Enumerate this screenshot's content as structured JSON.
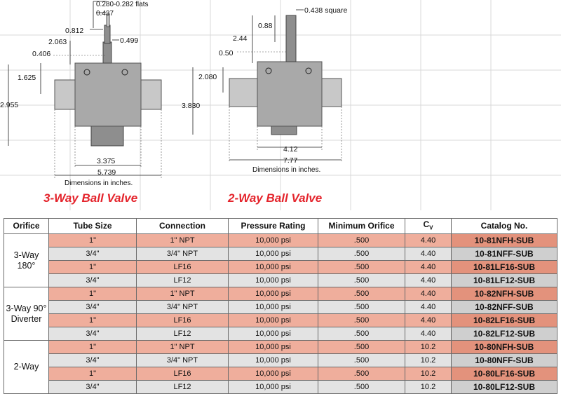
{
  "drawing_3way": {
    "title": "3-Way Ball Valve",
    "dims": {
      "flats": "0.280-0.282 flats",
      "d0437": "0.437",
      "d0812": "0.812",
      "d0499": "0.499",
      "d2063": "2.063",
      "d0406": "0.406",
      "d1625": "1.625",
      "d2955": "2.955",
      "d3375": "3.375",
      "d5739": "5.739"
    },
    "note": "Dimensions in inches."
  },
  "drawing_2way": {
    "title": "2-Way Ball Valve",
    "dims": {
      "square": "0.438 square",
      "d088": "0.88",
      "d244": "2.44",
      "d050": "0.50",
      "d2080": "2.080",
      "d3830": "3.830",
      "d412": "4.12",
      "d777": "7.77"
    },
    "note": "Dimensions in inches."
  },
  "table": {
    "headers": [
      "Orifice",
      "Tube Size",
      "Connection",
      "Pressure Rating",
      "Minimum Orifice",
      "Cv",
      "Catalog No."
    ],
    "cv_main": "C",
    "cv_sub": "V",
    "groups": [
      {
        "orifice": "3-Way 180°",
        "rows": [
          {
            "tube": "1\"",
            "conn": "1\" NPT",
            "pressure": "10,000 psi",
            "min": ".500",
            "cv": "4.40",
            "cat": "10-81NFH-SUB"
          },
          {
            "tube": "3/4\"",
            "conn": "3/4\" NPT",
            "pressure": "10,000 psi",
            "min": ".500",
            "cv": "4.40",
            "cat": "10-81NFF-SUB"
          },
          {
            "tube": "1\"",
            "conn": "LF16",
            "pressure": "10,000 psi",
            "min": ".500",
            "cv": "4.40",
            "cat": "10-81LF16-SUB"
          },
          {
            "tube": "3/4\"",
            "conn": "LF12",
            "pressure": "10,000 psi",
            "min": ".500",
            "cv": "4.40",
            "cat": "10-81LF12-SUB"
          }
        ]
      },
      {
        "orifice": "3-Way 90° Diverter",
        "rows": [
          {
            "tube": "1\"",
            "conn": "1\" NPT",
            "pressure": "10,000 psi",
            "min": ".500",
            "cv": "4.40",
            "cat": "10-82NFH-SUB"
          },
          {
            "tube": "3/4\"",
            "conn": "3/4\" NPT",
            "pressure": "10,000 psi",
            "min": ".500",
            "cv": "4.40",
            "cat": "10-82NFF-SUB"
          },
          {
            "tube": "1\"",
            "conn": "LF16",
            "pressure": "10,000 psi",
            "min": ".500",
            "cv": "4.40",
            "cat": "10-82LF16-SUB"
          },
          {
            "tube": "3/4\"",
            "conn": "LF12",
            "pressure": "10,000 psi",
            "min": ".500",
            "cv": "4.40",
            "cat": "10-82LF12-SUB"
          }
        ]
      },
      {
        "orifice": "2-Way",
        "rows": [
          {
            "tube": "1\"",
            "conn": "1\" NPT",
            "pressure": "10,000 psi",
            "min": ".500",
            "cv": "10.2",
            "cat": "10-80NFH-SUB"
          },
          {
            "tube": "3/4\"",
            "conn": "3/4\" NPT",
            "pressure": "10,000 psi",
            "min": ".500",
            "cv": "10.2",
            "cat": "10-80NFF-SUB"
          },
          {
            "tube": "1\"",
            "conn": "LF16",
            "pressure": "10,000 psi",
            "min": ".500",
            "cv": "10.2",
            "cat": "10-80LF16-SUB"
          },
          {
            "tube": "3/4\"",
            "conn": "LF12",
            "pressure": "10,000 psi",
            "min": ".500",
            "cv": "10.2",
            "cat": "10-80LF12-SUB"
          }
        ]
      }
    ]
  }
}
